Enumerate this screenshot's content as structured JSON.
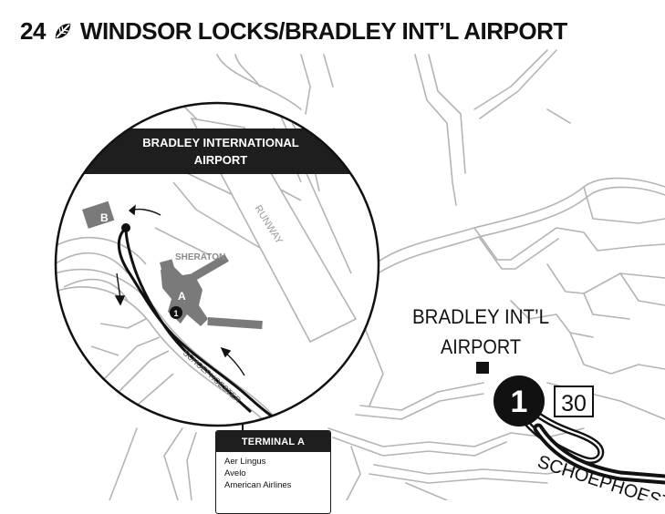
{
  "header": {
    "route_number": "24",
    "icon": "leaf-icon",
    "title": "WINDSOR LOCKS/BRADLEY INT’L AIRPORT"
  },
  "inset": {
    "banner_line1": "BRADLEY INTERNATIONAL",
    "banner_line2": "AIRPORT",
    "terminal_b_label": "B",
    "terminal_a_label": "A",
    "hotel_label": "SHERATON",
    "runway_label": "RUNWAY",
    "road_label": "SCHOEPHOESTER",
    "stop_number": "1"
  },
  "main_map": {
    "airport_label_line1": "BRADLEY INT’L",
    "airport_label_line2": "AIRPORT",
    "stop_number": "1",
    "route_box_number": "30",
    "road_label": "SCHOEPHOESTER"
  },
  "terminal_box": {
    "title": "TERMINAL A",
    "airlines": [
      "Aer Lingus",
      "Avelo",
      "American Airlines"
    ]
  },
  "colors": {
    "route": "#111111",
    "roads": "#b4b4b4",
    "building": "#7a7a7a",
    "banner": "#1e1e1e"
  }
}
